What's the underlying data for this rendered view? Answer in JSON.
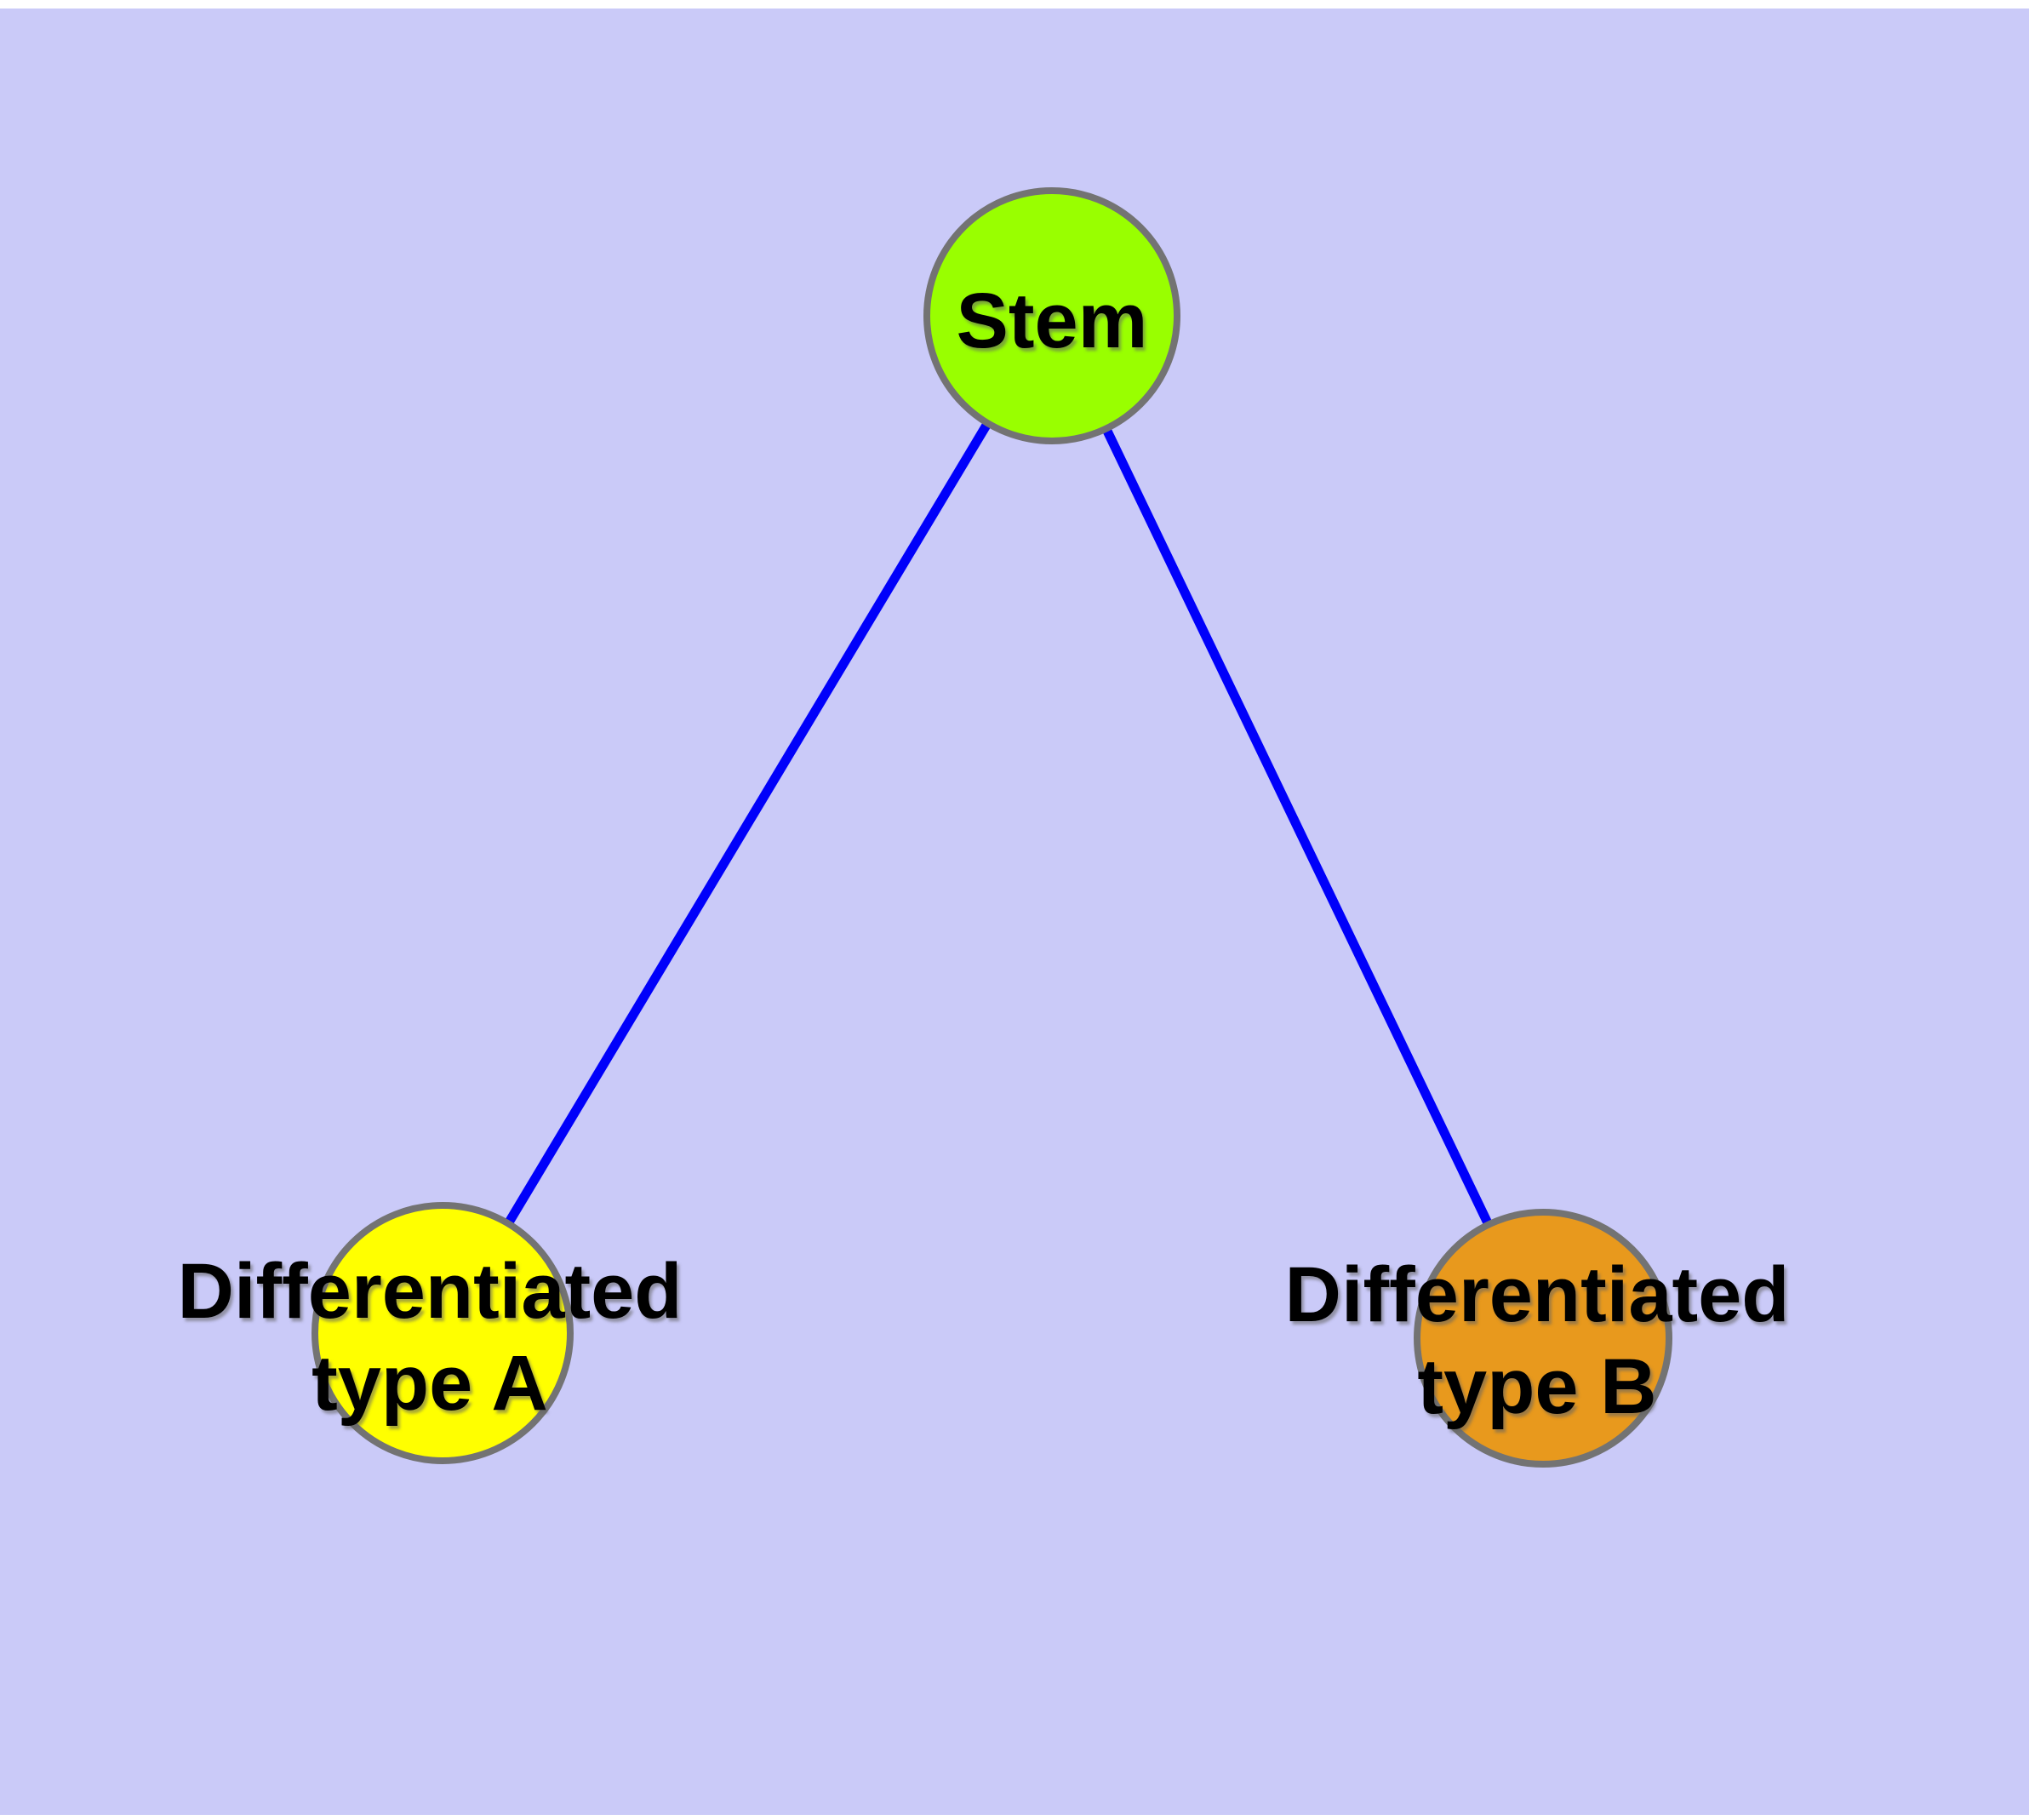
{
  "diagram": {
    "type": "node-link-graph",
    "description": "Stem cell differentiation diagram: one stem node branching to two differentiated cell type nodes",
    "colors": {
      "page_margin": "#FFFFFF",
      "background": "#CACAF8",
      "edge": "#0000FA",
      "node_border": "#737373",
      "label_text": "#000000",
      "stem_fill": "#99FF00",
      "type_a_fill": "#FFFF00",
      "type_b_fill": "#E8991D"
    },
    "nodes": [
      {
        "id": "stem",
        "label": "Stem",
        "fill": "#99FF00"
      },
      {
        "id": "differentiated-type-a",
        "label_line1": "Differentiated",
        "label_line2": "type A",
        "fill": "#FFFF00"
      },
      {
        "id": "differentiated-type-b",
        "label_line1": "Differentiated",
        "label_line2": "type B",
        "fill": "#E8991D"
      }
    ],
    "edges": [
      {
        "from": "stem",
        "to": "differentiated-type-a"
      },
      {
        "from": "stem",
        "to": "differentiated-type-b"
      }
    ]
  }
}
